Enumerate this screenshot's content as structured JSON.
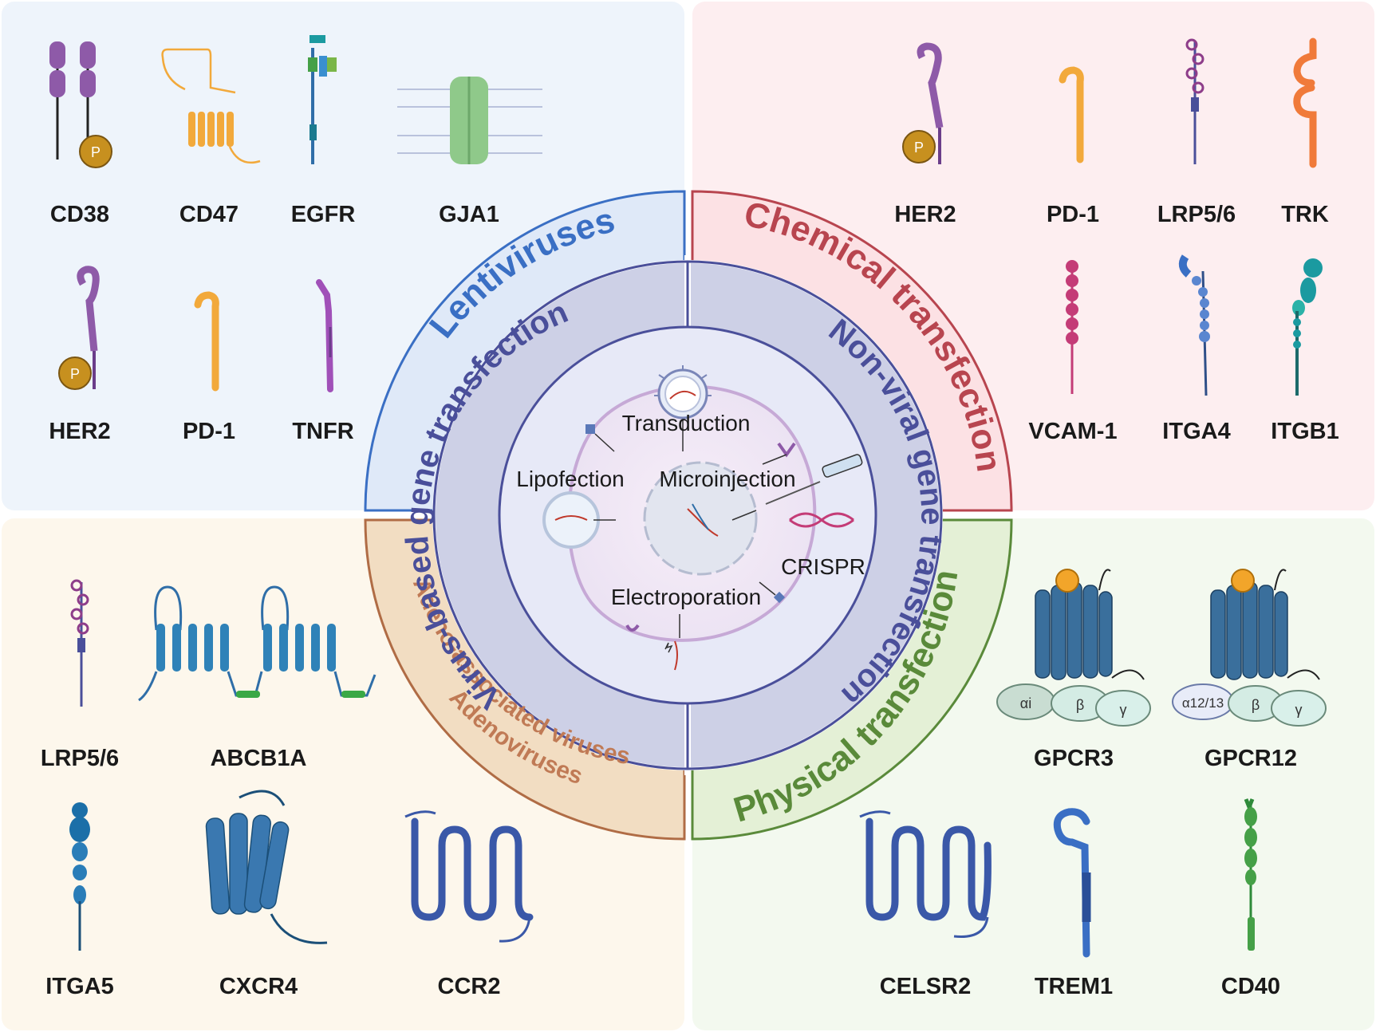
{
  "quadrants": {
    "top_left": {
      "color": "#eef4fb",
      "labels": [
        "CD38",
        "CD47",
        "EGFR",
        "GJA1",
        "HER2",
        "PD-1",
        "TNFR"
      ]
    },
    "top_right": {
      "color": "#fdeef0",
      "labels": [
        "HER2",
        "PD-1",
        "LRP5/6",
        "TRK",
        "VCAM-1",
        "ITGA4",
        "ITGB1"
      ]
    },
    "bottom_left": {
      "color": "#fdf7ec",
      "labels": [
        "LRP5/6",
        "ABCB1A",
        "ITGA5",
        "CXCR4",
        "CCR2"
      ]
    },
    "bottom_right": {
      "color": "#f3f9ef",
      "labels": [
        "GPCR3",
        "GPCR12",
        "CELSR2",
        "TREM1",
        "CD40"
      ]
    }
  },
  "outer_ring": {
    "lentiviruses": {
      "text": "Lentiviruses",
      "color": "#3a6fc4"
    },
    "chemical": {
      "text": "Chemical transfection",
      "color": "#b8454f"
    },
    "adeno": {
      "text": "Adeno-associated viruses",
      "color": "#c07a55"
    },
    "adenoviruses": {
      "text": "Adenoviruses",
      "color": "#c07a55"
    },
    "physical": {
      "text": "Physical transfection",
      "color": "#5a8a3a"
    }
  },
  "middle_ring": {
    "virus_based": "Virus-based gene transfection",
    "non_viral": "Non-viral gene transfection",
    "color": "#4a4f9a"
  },
  "center": {
    "transduction": "Transduction",
    "lipofection": "Lipofection",
    "microinjection": "Microinjection",
    "crispr": "CRISPR",
    "electroporation": "Electroporation"
  },
  "subunits": {
    "gpcr3": [
      "αi",
      "β",
      "γ"
    ],
    "gpcr12": [
      "α12/13",
      "β",
      "γ"
    ]
  },
  "badge": "P",
  "colors": {
    "purple": "#8e5aa8",
    "orange": "#f2a93b",
    "blue": "#2f6ea8",
    "teal": "#1b9aa0",
    "green": "#45a047",
    "magenta": "#c43c77"
  }
}
